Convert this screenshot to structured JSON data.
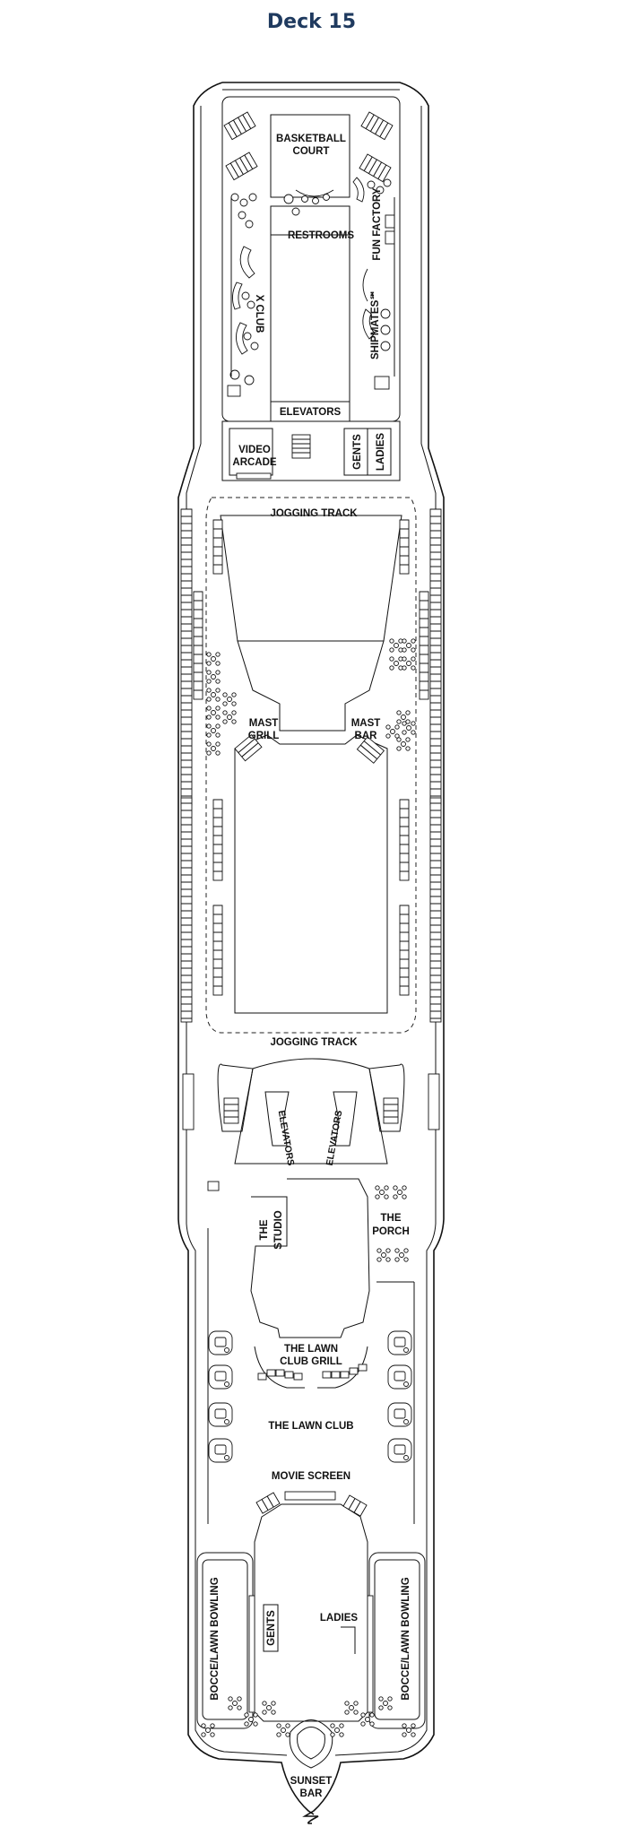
{
  "title": "Deck 15",
  "labels": {
    "basketball_court_1": "BASKETBALL",
    "basketball_court_2": "COURT",
    "restrooms": "RESTROOMS",
    "fun_factory": "FUN FACTORY",
    "x_club": "X CLUB",
    "shipmates": "SHIPMATES℠",
    "elevators_fwd": "ELEVATORS",
    "video_arcade_1": "VIDEO",
    "video_arcade_2": "ARCADE",
    "gents_fwd": "GENTS",
    "ladies_fwd": "LADIES",
    "jogging_track_fwd": "JOGGING TRACK",
    "mast_grill_1": "MAST",
    "mast_grill_2": "GRILL",
    "mast_bar_1": "MAST",
    "mast_bar_2": "BAR",
    "jogging_track_aft": "JOGGING TRACK",
    "elevators_mid_left": "ELEVATORS",
    "elevators_mid_right": "ELEVATORS",
    "the_studio_1": "THE",
    "the_studio_2": "STUDIO",
    "the_porch_1": "THE",
    "the_porch_2": "PORCH",
    "lawn_club_grill_1": "THE LAWN",
    "lawn_club_grill_2": "CLUB GRILL",
    "the_lawn_club": "THE LAWN CLUB",
    "movie_screen": "MOVIE SCREEN",
    "bocce_left": "BOCCE/LAWN BOWLING",
    "bocce_right": "BOCCE/LAWN BOWLING",
    "gents_aft": "GENTS",
    "ladies_aft": "LADIES",
    "sunset_bar_1": "SUNSET",
    "sunset_bar_2": "BAR"
  }
}
